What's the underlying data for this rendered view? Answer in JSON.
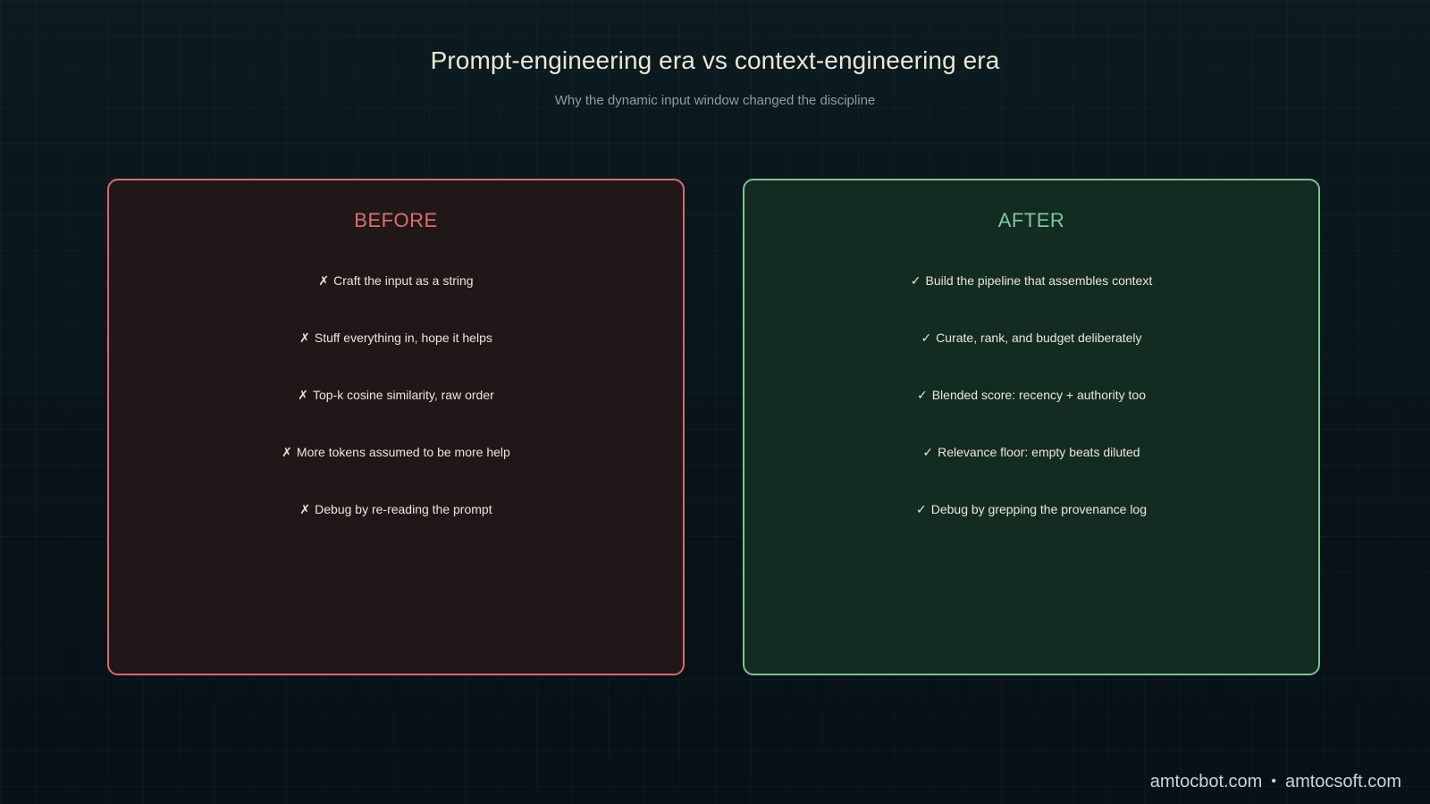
{
  "title": "Prompt-engineering era vs context-engineering era",
  "subtitle": "Why the dynamic input window changed the discipline",
  "before": {
    "heading": "BEFORE",
    "mark": "✗",
    "color": "#df6e6e",
    "items": [
      "Craft the input as a string",
      "Stuff everything in, hope it helps",
      "Top-k cosine similarity, raw order",
      "More tokens assumed to be more help",
      "Debug by re-reading the prompt"
    ]
  },
  "after": {
    "heading": "AFTER",
    "mark": "✓",
    "color": "#7fc899",
    "items": [
      "Build the pipeline that assembles context",
      "Curate, rank, and budget deliberately",
      "Blended score: recency + authority too",
      "Relevance floor: empty beats diluted",
      "Debug by grepping the provenance log"
    ]
  },
  "footer": {
    "site1": "amtocbot.com",
    "separator": "•",
    "site2": "amtocsoft.com"
  }
}
